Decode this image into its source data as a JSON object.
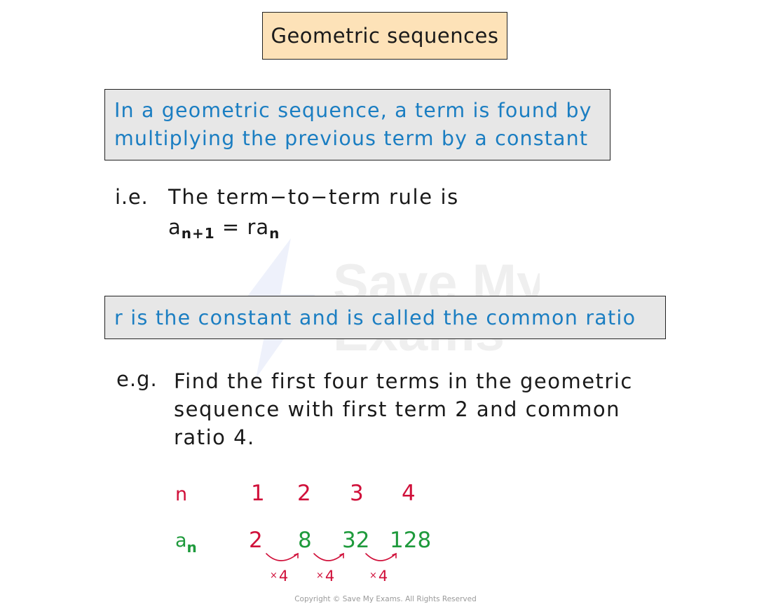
{
  "title": "Geometric sequences",
  "definition": {
    "line1": "In a geometric sequence, a term is found by",
    "line2": "multiplying the previous term by a constant"
  },
  "rule": {
    "label": "i.e.",
    "text": "The term−to−term rule is",
    "formula": {
      "lhs_base": "a",
      "lhs_sub": "n+1",
      "equals": "=",
      "rhs_base": "ra",
      "rhs_sub": "n"
    }
  },
  "ratio_note": "r is the constant and is called the common ratio",
  "example": {
    "label": "e.g.",
    "line1": "Find the first four terms in the geometric",
    "line2": "sequence with first term 2 and common",
    "line3": "ratio 4."
  },
  "table": {
    "n_label": "n",
    "an_label_base": "a",
    "an_label_sub": "n",
    "n_values": [
      "1",
      "2",
      "3",
      "4"
    ],
    "a_values": [
      "2",
      "8",
      "32",
      "128"
    ],
    "multiplier": "4",
    "multiplier_symbol": "×"
  },
  "watermark_text": [
    "Save My",
    "Exams"
  ],
  "copyright": "Copyright © Save My Exams. All Rights Reserved",
  "colors": {
    "title_bg": "#fde2b8",
    "box_bg": "#e7e7e7",
    "blue_text": "#1b7ec2",
    "red_text": "#d0103a",
    "green_text": "#1e9a3c"
  }
}
